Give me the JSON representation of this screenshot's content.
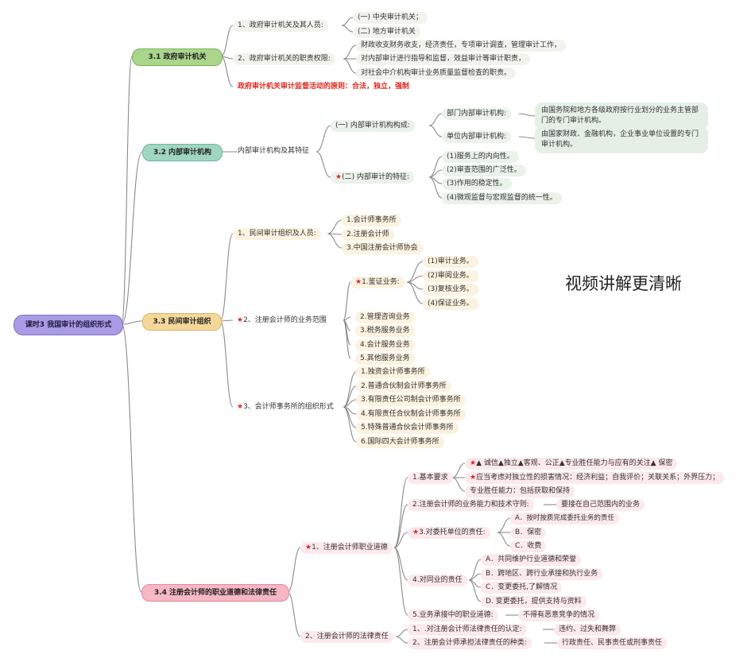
{
  "root": "课时3 我国审计的组织形式",
  "star": "★",
  "note": "视频讲解更清晰",
  "s1": {
    "title": "3.1  政府审计机关",
    "a": "1、政府审计机关及其人员:",
    "a1": "(一) 中央审计机关；",
    "a2": "(二) 地方审计机关",
    "b": "2、政府审计机关的职责权限:",
    "b1": "财政收支财务收支，经济责任，专项审计调查，管理审计工作，",
    "b2": "对内部审计进行指导和监督，效益审计等审计职责，",
    "b3": "对社会中介机构审计业务质量监督检查的职责。",
    "c": "政府审计机关审计监督活动的原则：合法，独立，强制"
  },
  "s2": {
    "title": "3.2  内部审计机构",
    "a": "内部审计机构及其特征",
    "b": "(一) 内部审计机构构成:",
    "b1": "部门内部审计机构:",
    "b1d": "由国务院和地方各级政府按行业划分的业务主管部门的专门审计机构。",
    "b2": "单位内部审计机构:",
    "b2d": "由国家财政、金融机构，企业事业单位设置的专门审计机构。",
    "c": "(二) 内部审计的特征:",
    "c1": "(1)服务上的内向性。",
    "c2": "(2)审查范围的广泛性。",
    "c3": "(3)作用的稳定性。",
    "c4": "(4)微观监督与宏观监督的统一性。"
  },
  "s3": {
    "title": "3.3  民间审计组织",
    "a": "1、民间审计组织及人员:",
    "a1": "1.会计师事务所",
    "a2": "2.注册会计师",
    "a3": "3.中国注册会计师协会",
    "b": "2、注册会计师的业务范围",
    "b1": "1.鉴证业务:",
    "b11": "(1)审计业务。",
    "b12": "(2)审阅业务。",
    "b13": "(3)复核业务。",
    "b14": "(4)保证业务。",
    "b2": "2.管理咨询业务",
    "b3": "3.税务服务业务",
    "b4": "4.会计服务业务",
    "b5": "5.其他服务业务",
    "c": "3、会计师事务所的组织形式",
    "c1": "1.独资会计师事务所",
    "c2": "2.普通合伙制会计师事务所",
    "c3": "3.有限责任公司制会计师事务所",
    "c4": "4.有限责任合伙制会计师事务所",
    "c5": "5.特殊普通合伙会计师事务所",
    "c6": "6.国际四大会计师事务所"
  },
  "s4": {
    "title": "3.4 注册会计师的职业道德和法律责任",
    "a": "1、注册会计师职业道德",
    "a1": "1.基本要求",
    "a11": "▲ 诚信▲独立▲客观、公正▲专业胜任能力与应有的关注▲ 保密",
    "a12": "应当考虑对独立性的损害情况：经济利益；自我评价；关联关系；外界压力；",
    "a13": "专业胜任能力：包括获取和保持",
    "a2": "2.注册会计师的业务能力和技术守则:",
    "a2d": "要接在自己范围内的业务",
    "a3": "3.对委托单位的责任:",
    "a31": "A．按时按质完成委托业务的责任",
    "a32": "B．保密",
    "a33": "C．收费",
    "a4": "4.对同业的责任",
    "a41": "A．共同维护行业道德和荣誉",
    "a42": "B．跨地区、跨行业承接和执行业务",
    "a43": "C．变更委托,了解情况",
    "a44": "D. 变更委托，提供支持与资料",
    "a5": "5.业务承接中的职业道德:",
    "a5d": "不得有恶意竞争的情况",
    "b": "2、注册会计师的法律责任",
    "b1": "1、.对注册会计师法律责任的认定:",
    "b1d": "违约、过失和舞弊",
    "b2": "2、注册会计师承担法律责任的种类:",
    "b2d": "行政责任、民事责任或刑事责任"
  }
}
